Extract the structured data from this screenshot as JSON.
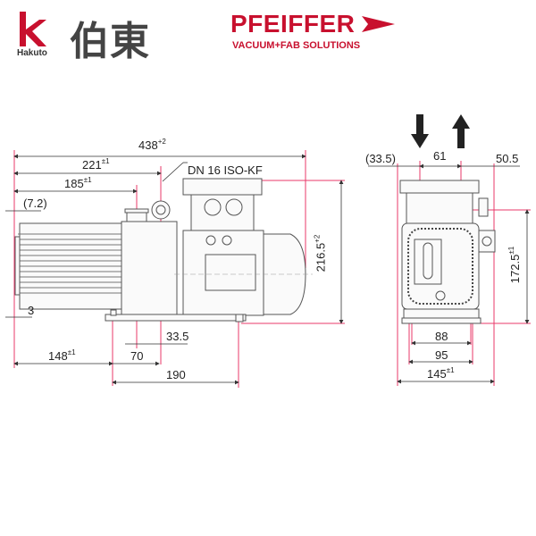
{
  "logos": {
    "hakuto": {
      "latin": "Hakuto",
      "cjk": "伯東",
      "color": "#c8102e"
    },
    "pfeiffer": {
      "name": "PFEIFFER",
      "tagline": "VACUUM+FAB SOLUTIONS",
      "color": "#c8102e"
    }
  },
  "colors": {
    "dimension_line": "#e8386a",
    "drawing": "#555555"
  },
  "side_view": {
    "overall_length": {
      "value": "438",
      "tol": "+2"
    },
    "port_distance": {
      "value": "221",
      "tol": "±1"
    },
    "inlet_distance": {
      "value": "185",
      "tol": "±1"
    },
    "flange_offset": "(7.2)",
    "flange_label": "DN 16 ISO-KF",
    "end_gap": "3",
    "foot_offset": "33.5",
    "foot_left": {
      "value": "148",
      "tol": "±1"
    },
    "foot_to_center": "70",
    "foot_spacing": "190",
    "overall_height": {
      "value": "216.5",
      "tol": "+2"
    }
  },
  "front_view": {
    "arrows": [
      "inlet-arrow-down",
      "outlet-arrow-up"
    ],
    "left_offset": "(33.5)",
    "port_spacing": "61",
    "right_offset": "50.5",
    "height": {
      "value": "172.5",
      "tol": "±1"
    },
    "inner_foot": "88",
    "outer_foot": "95",
    "overall_width": {
      "value": "145",
      "tol": "±1"
    }
  }
}
